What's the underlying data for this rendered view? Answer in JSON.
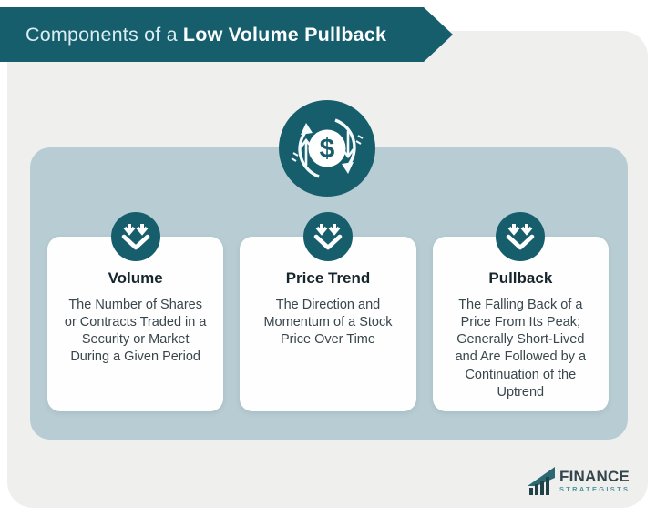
{
  "banner": {
    "title_regular": "Components of a ",
    "title_bold": "Low Volume Pullback"
  },
  "cards": [
    {
      "title": "Volume",
      "description": "The Number of Shares\nor Contracts Traded in a\nSecurity or Market\nDuring a Given Period"
    },
    {
      "title": "Price Trend",
      "description": "The Direction and\nMomentum of a Stock\nPrice Over Time"
    },
    {
      "title": "Pullback",
      "description": "The Falling Back of a\nPrice From Its Peak;\nGenerally Short-Lived\nand Are Followed by a\nContinuation of the\nUptrend"
    }
  ],
  "icons": {
    "center": "currency-cycle-icon",
    "card": "converging-down-arrows-icon",
    "logo": "growth-chart-icon"
  },
  "logo": {
    "name": "FINANCE",
    "subname": "STRATEGISTS"
  },
  "colors": {
    "teal": "#175E6D",
    "panel_blue": "#B7CDD3",
    "container_gray": "#EFF0EE",
    "card_white": "#FEFEFE",
    "banner_text_light": "#D9EDF2",
    "banner_text_bold": "#FDFEFF",
    "card_title": "#16262D",
    "card_body": "#39464C",
    "logo_dark": "#33454C",
    "logo_teal": "#4F949E"
  }
}
